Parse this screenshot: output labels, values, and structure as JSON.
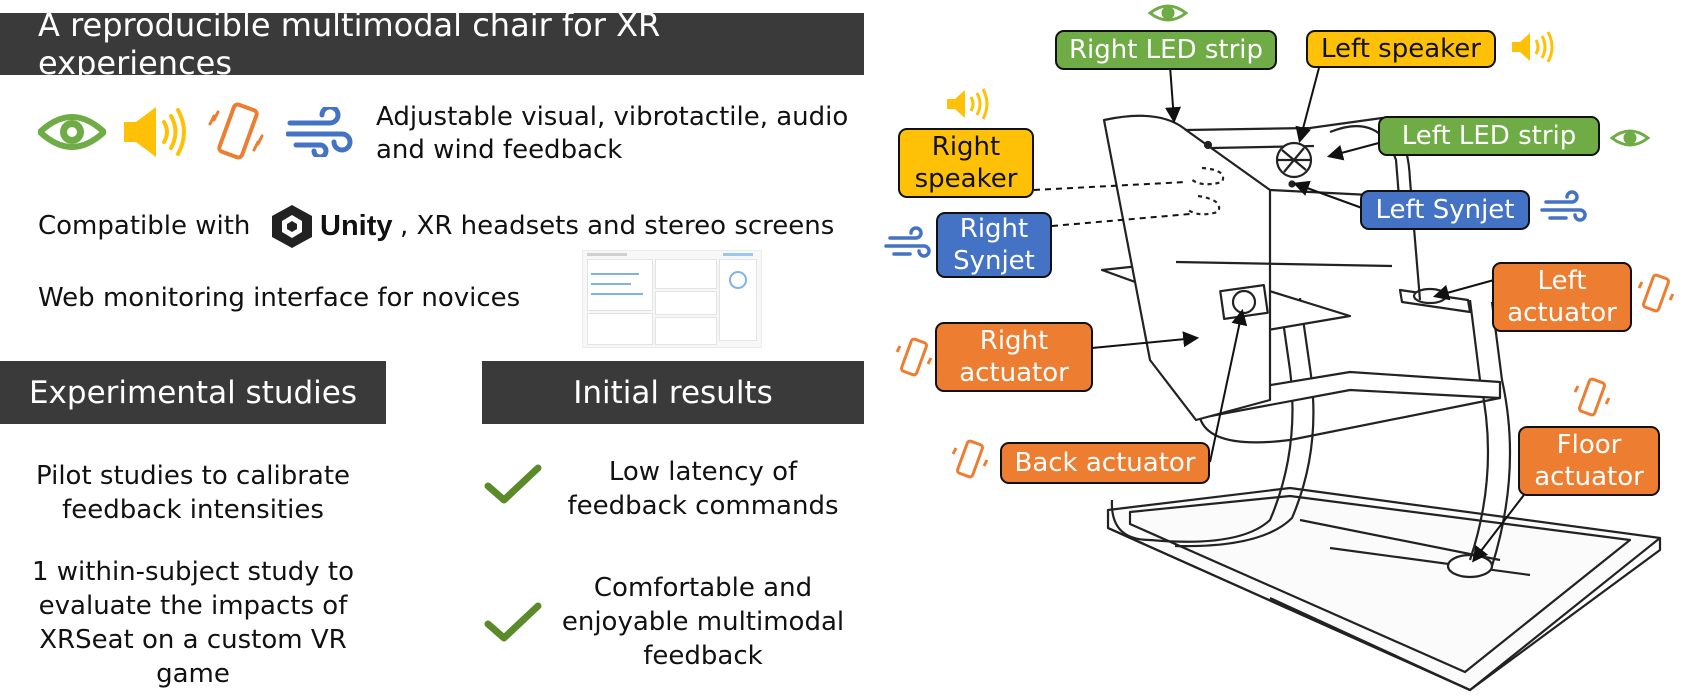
{
  "header_title": "A reproducible multimodal chair for XR experiences",
  "features": {
    "feedback_line1": "Adjustable visual, vibrotactile, audio",
    "feedback_line2": "and wind feedback",
    "compat_prefix": "Compatible with",
    "unity_word": "Unity",
    "compat_suffix": ", XR headsets and stereo screens",
    "web_monitoring": "Web monitoring interface for novices"
  },
  "studies": {
    "title": "Experimental studies",
    "item1_l1": "Pilot studies to calibrate",
    "item1_l2": "feedback intensities",
    "item2_l1": "1 within-subject study to",
    "item2_l2": "evaluate the impacts of",
    "item2_l3": "XRSeat on a custom VR",
    "item2_l4": "game"
  },
  "results": {
    "title": "Initial results",
    "item1_l1": "Low latency of",
    "item1_l2": "feedback commands",
    "item2_l1": "Comfortable and",
    "item2_l2": "enjoyable multimodal",
    "item2_l3": "feedback"
  },
  "labels": {
    "right_led_strip": "Right LED strip",
    "left_speaker": "Left speaker",
    "right_speaker_l1": "Right",
    "right_speaker_l2": "speaker",
    "left_led_strip": "Left LED strip",
    "left_synjet": "Left Synjet",
    "right_synjet_l1": "Right",
    "right_synjet_l2": "Synjet",
    "left_actuator_l1": "Left",
    "left_actuator_l2": "actuator",
    "right_actuator_l1": "Right",
    "right_actuator_l2": "actuator",
    "back_actuator": "Back actuator",
    "floor_actuator_l1": "Floor",
    "floor_actuator_l2": "actuator"
  },
  "colors": {
    "visual_green": "#6fac46",
    "audio_yellow": "#fec107",
    "vibro_orange": "#ed7d31",
    "wind_blue": "#4472c4",
    "header_dark": "#3a3a3a",
    "check_green": "#5a8a2a"
  },
  "icons": [
    "eye-icon",
    "speaker-icon",
    "vibrating-phone-icon",
    "wind-icon",
    "check-icon",
    "unity-logo-icon"
  ]
}
